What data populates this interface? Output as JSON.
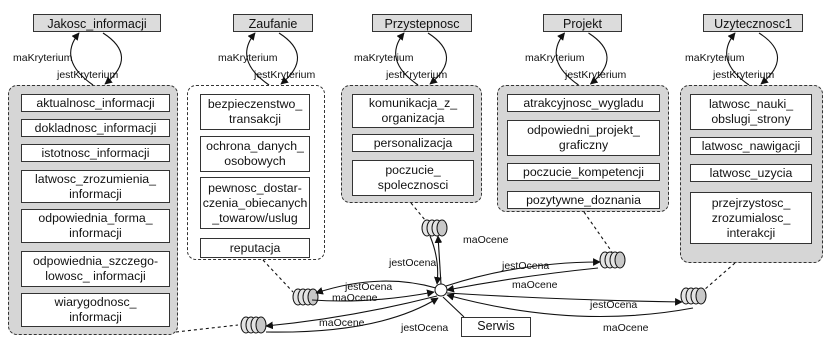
{
  "categories": [
    {
      "name": "Jakosc_informacji",
      "left_label": "maKryterium",
      "right_label": "jestKryterium",
      "items": [
        "aktualnosc_informacji",
        "dokladnosc_informacji",
        "istotnosc_informacji",
        "latwosc_zrozumienia_\ninformacji",
        "odpowiednia_forma_\ninformacji",
        "odpowiednia_szczego-\nlowosc_ informacji",
        "wiarygodnosc_\ninformacji"
      ]
    },
    {
      "name": "Zaufanie",
      "left_label": "maKryterium",
      "right_label": "jestKryterium",
      "items": [
        "bezpieczenstwo_\ntransakcji",
        "ochrona_danych_\nosobowych",
        "pewnosc_dostar-\nczenia_obiecanych\n_towarow/uslug",
        "reputacja"
      ]
    },
    {
      "name": "Przystepnosc",
      "left_label": "maKryterium",
      "right_label": "jestKryterium",
      "items": [
        "komunikacja_z_\norganizacja",
        "personalizacja",
        "poczucie_\nspolecznosci"
      ]
    },
    {
      "name": "Projekt",
      "left_label": "maKryterium",
      "right_label": "jestKryterium",
      "items": [
        "atrakcyjnosc_wygladu",
        "odpowiedni_projekt_\ngraficzny",
        "poczucie_kompetencji",
        "pozytywne_doznania"
      ]
    },
    {
      "name": "Uzytecznosc1",
      "left_label": "maKryterium",
      "right_label": "jestKryterium",
      "items": [
        "latwosc_nauki_\nobslugi_strony",
        "latwosc_nawigacji",
        "latwosc_uzycia",
        "przejrzystosc_\nzrozumialosc_\ninterakcji"
      ]
    }
  ],
  "edge_labels": {
    "has_rating": "maOcene",
    "is_rating": "jestOcena"
  },
  "center_node": "Serwis"
}
